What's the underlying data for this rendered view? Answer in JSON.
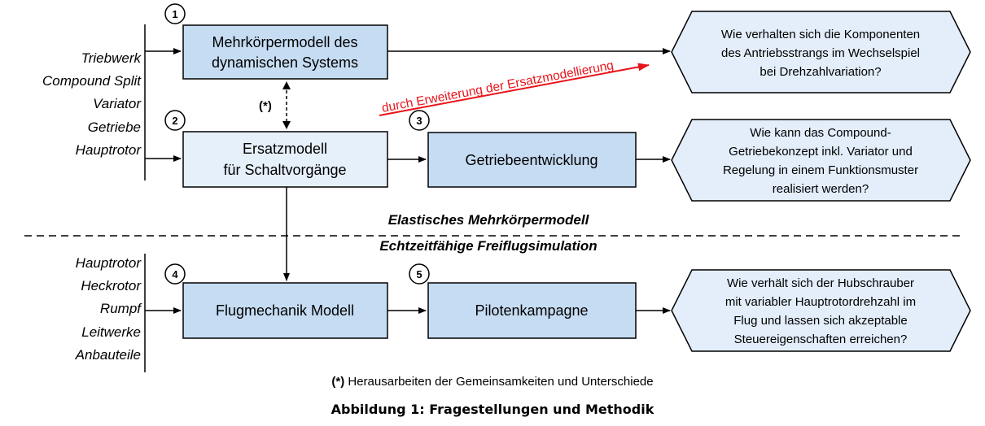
{
  "left_inputs_top": [
    "Triebwerk",
    "Compound Split",
    "Variator",
    "Getriebe",
    "Hauptrotor"
  ],
  "left_inputs_bottom": [
    "Hauptrotor",
    "Heckrotor",
    "Rumpf",
    "Leitwerke",
    "Anbauteile"
  ],
  "boxes": {
    "b1": {
      "num": "1",
      "lines": [
        "Mehrkörpermodell des",
        "dynamischen Systems"
      ]
    },
    "b2": {
      "num": "2",
      "lines": [
        "Ersatzmodell",
        "für Schaltvorgänge"
      ]
    },
    "b3": {
      "num": "3",
      "lines": [
        "Getriebeentwicklung"
      ]
    },
    "b4": {
      "num": "4",
      "lines": [
        "Flugmechanik Modell"
      ]
    },
    "b5": {
      "num": "5",
      "lines": [
        "Pilotenkampagne"
      ]
    }
  },
  "questions": {
    "q1": [
      "Wie verhalten sich die Komponenten",
      "des Antriebsstrangs  im Wechselspiel",
      "bei Drehzahlvariation?"
    ],
    "q2": [
      "Wie kann das Compound-",
      "Getriebekonzept inkl. Variator und",
      "Regelung  in einem Funktionsmuster",
      "realisiert werden?"
    ],
    "q3": [
      "Wie verhält sich der Hubschrauber",
      "mit variabler Hauptrotordrehzahl  im",
      "Flug und lassen sich akzeptable",
      "Steuereigenschaften  erreichen?"
    ]
  },
  "red_annotation": "durch Erweiterung der Ersatzmodellierung",
  "star_label": "(*)",
  "section_top": "Elastisches Mehrkörpermodell",
  "section_bottom": "Echtzeitfähige Freiflugsimulation",
  "footnote_marker": "(*)",
  "footnote_text": " Herausarbeiten der Gemeinsamkeiten und Unterschiede",
  "caption": "Abbildung 1: Fragestellungen und Methodik",
  "colors": {
    "box_fill": "#c6dcf3",
    "box_light_fill": "#e6f0fa",
    "question_fill": "#e3eefa",
    "red": "#e8141a",
    "stroke": "#000000"
  }
}
